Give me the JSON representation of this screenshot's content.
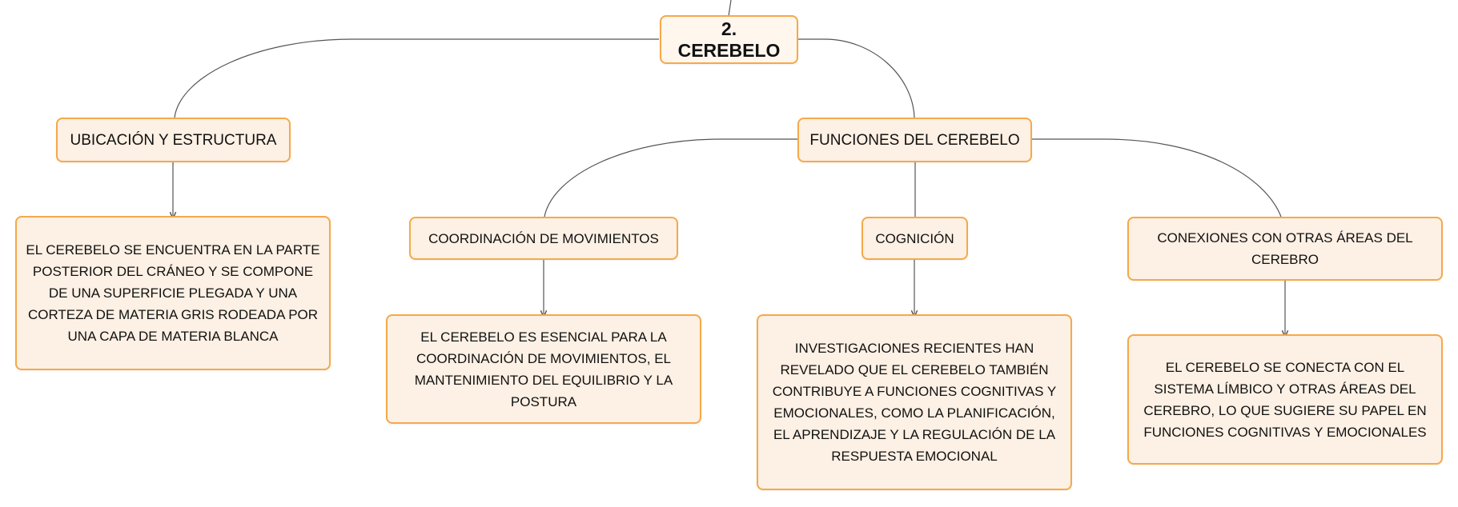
{
  "root": {
    "label": "2. CEREBELO"
  },
  "topics": {
    "ubicacion": {
      "label": "UBICACIÓN Y ESTRUCTURA"
    },
    "funciones": {
      "label": "FUNCIONES DEL CEREBELO"
    }
  },
  "subtopics": {
    "coordinacion": {
      "label": "COORDINACIÓN DE MOVIMIENTOS"
    },
    "cognicion": {
      "label": "COGNICIÓN"
    },
    "conexiones": {
      "label": "CONEXIONES CON OTRAS ÁREAS DEL CEREBRO"
    }
  },
  "details": {
    "ubicacion": {
      "text": "EL CEREBELO SE ENCUENTRA EN LA PARTE POSTERIOR DEL CRÁNEO Y SE COMPONE DE UNA SUPERFICIE PLEGADA Y UNA CORTEZA DE MATERIA GRIS RODEADA POR UNA CAPA DE MATERIA BLANCA"
    },
    "coordinacion": {
      "text": "EL CEREBELO ES ESENCIAL PARA LA COORDINACIÓN DE MOVIMIENTOS, EL MANTENIMIENTO DEL EQUILIBRIO Y LA POSTURA"
    },
    "cognicion": {
      "text": "INVESTIGACIONES RECIENTES HAN REVELADO QUE EL CEREBELO TAMBIÉN CONTRIBUYE A FUNCIONES COGNITIVAS Y EMOCIONALES, COMO LA PLANIFICACIÓN, EL APRENDIZAJE Y LA REGULACIÓN DE LA RESPUESTA EMOCIONAL"
    },
    "conexiones": {
      "text": "EL CEREBELO SE CONECTA CON EL SISTEMA LÍMBICO Y OTRAS ÁREAS DEL CEREBRO, LO QUE SUGIERE SU PAPEL EN FUNCIONES COGNITIVAS Y EMOCIONALES"
    }
  },
  "colors": {
    "node_fill": "#fdf0e4",
    "node_border": "#f5a94a",
    "connector": "#555555",
    "text": "#111111"
  }
}
